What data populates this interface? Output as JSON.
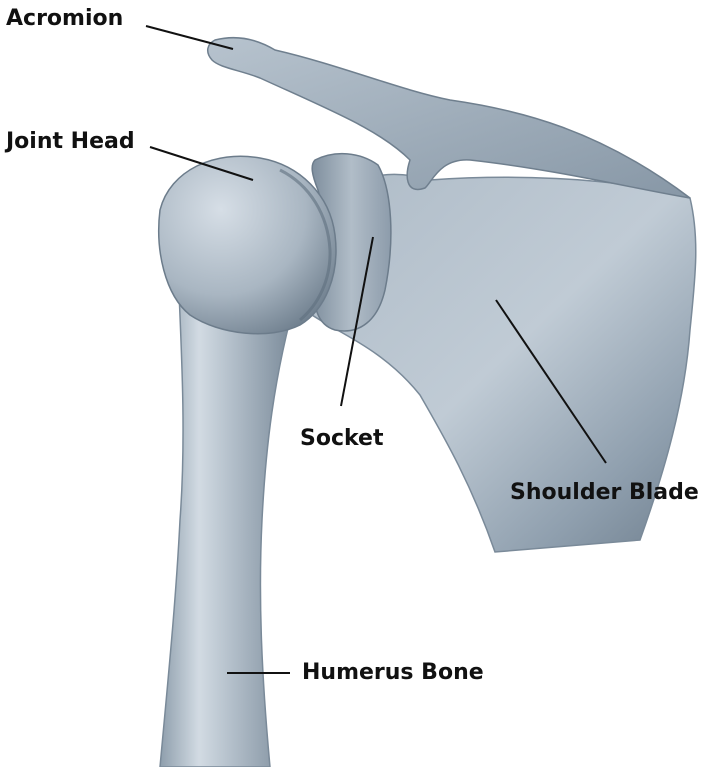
{
  "labels": {
    "acromion": "Acromion",
    "joint_head": "Joint Head",
    "socket": "Socket",
    "shoulder_blade": "Shoulder Blade",
    "humerus_bone": "Humerus Bone"
  },
  "colors": {
    "bone_light": "#c9d3dc",
    "bone_mid": "#9fadba",
    "bone_dark": "#6f7f8e",
    "leader_line": "#111111"
  }
}
